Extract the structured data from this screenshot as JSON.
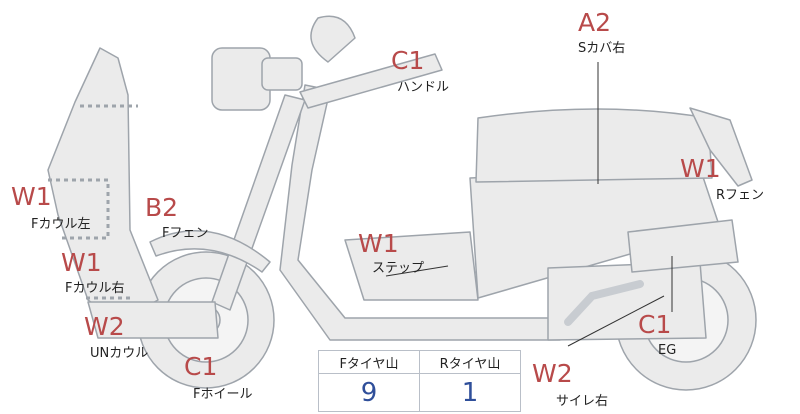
{
  "tire_table": {
    "headers": [
      "Fタイヤ山",
      "Rタイヤ山"
    ],
    "values": [
      "9",
      "1"
    ]
  },
  "parts": [
    {
      "id": "s-cover-right",
      "code": "A2",
      "label": "Sカバ右"
    },
    {
      "id": "handle",
      "code": "C1",
      "label": "ハンドル"
    },
    {
      "id": "r-fender",
      "code": "W1",
      "label": "Rフェン"
    },
    {
      "id": "f-cowl-left",
      "code": "W1",
      "label": "Fカウル左"
    },
    {
      "id": "f-fender",
      "code": "B2",
      "label": "Fフェン"
    },
    {
      "id": "step",
      "code": "W1",
      "label": "ステップ"
    },
    {
      "id": "f-cowl-right",
      "code": "W1",
      "label": "Fカウル右"
    },
    {
      "id": "un-cowl",
      "code": "W2",
      "label": "UNカウル"
    },
    {
      "id": "f-wheel",
      "code": "C1",
      "label": "Fホイール"
    },
    {
      "id": "engine",
      "code": "C1",
      "label": "EG"
    },
    {
      "id": "side-reflector-right",
      "code": "W2",
      "label": "サイレ右"
    }
  ],
  "colors": {
    "body_fill": "#ebebeb",
    "outline": "#9ea4ab",
    "damage_code": "#b84a4a",
    "tire_value": "#2f4f9a"
  }
}
